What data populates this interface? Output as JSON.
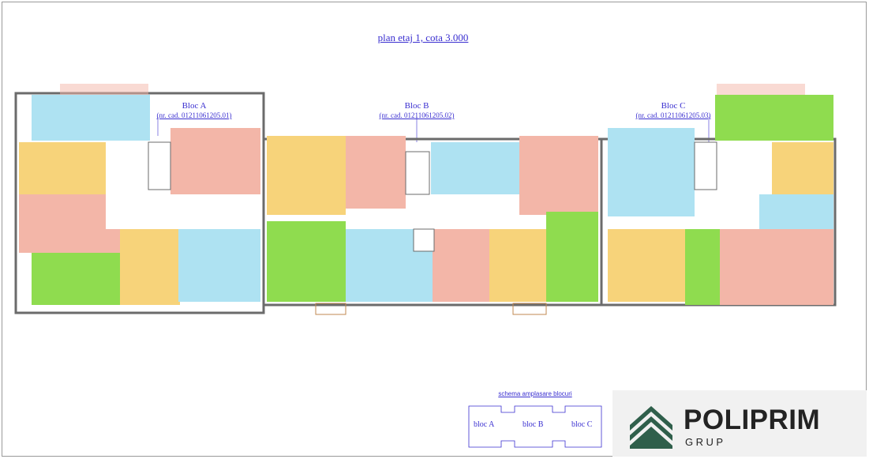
{
  "title": "plan etaj 1, cota 3.000",
  "blocks": [
    {
      "name": "Bloc A",
      "cadastral": "(nr. cad. 0121106120​5.01)"
    },
    {
      "name": "Bloc B",
      "cadastral": "(nr. cad. 0121106120​5.02)"
    },
    {
      "name": "Bloc C",
      "cadastral": "(nr. cad. 0121106120​5.03)"
    }
  ],
  "schema": {
    "title": "schema amplasare blocuri",
    "blocks": [
      "bloc A",
      "bloc B",
      "bloc C"
    ]
  },
  "logo": {
    "name": "POLIPRIM",
    "subtitle": "GRUP"
  },
  "colors": {
    "text_blue": "#3a2fd0",
    "apt_blue": "#aee2f2",
    "apt_orange": "#f7d37a",
    "apt_pink": "#f3b6a8",
    "apt_green": "#8fdc4f",
    "wall": "#6b6b6b",
    "logo_green": "#2f5f4b"
  }
}
